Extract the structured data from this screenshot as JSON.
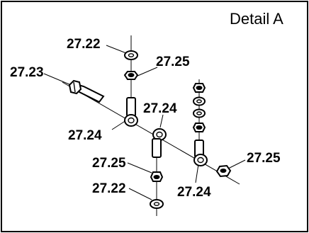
{
  "detail_title": "Detail A",
  "callouts": {
    "washer_top": "27.22",
    "nut_top": "27.25",
    "bolt": "27.23",
    "rod_end_center": "27.24",
    "rod_end_left": "27.24",
    "rod_end_right": "27.24",
    "nut_bottom": "27.25",
    "washer_bottom": "27.22",
    "nut_right": "27.25"
  }
}
